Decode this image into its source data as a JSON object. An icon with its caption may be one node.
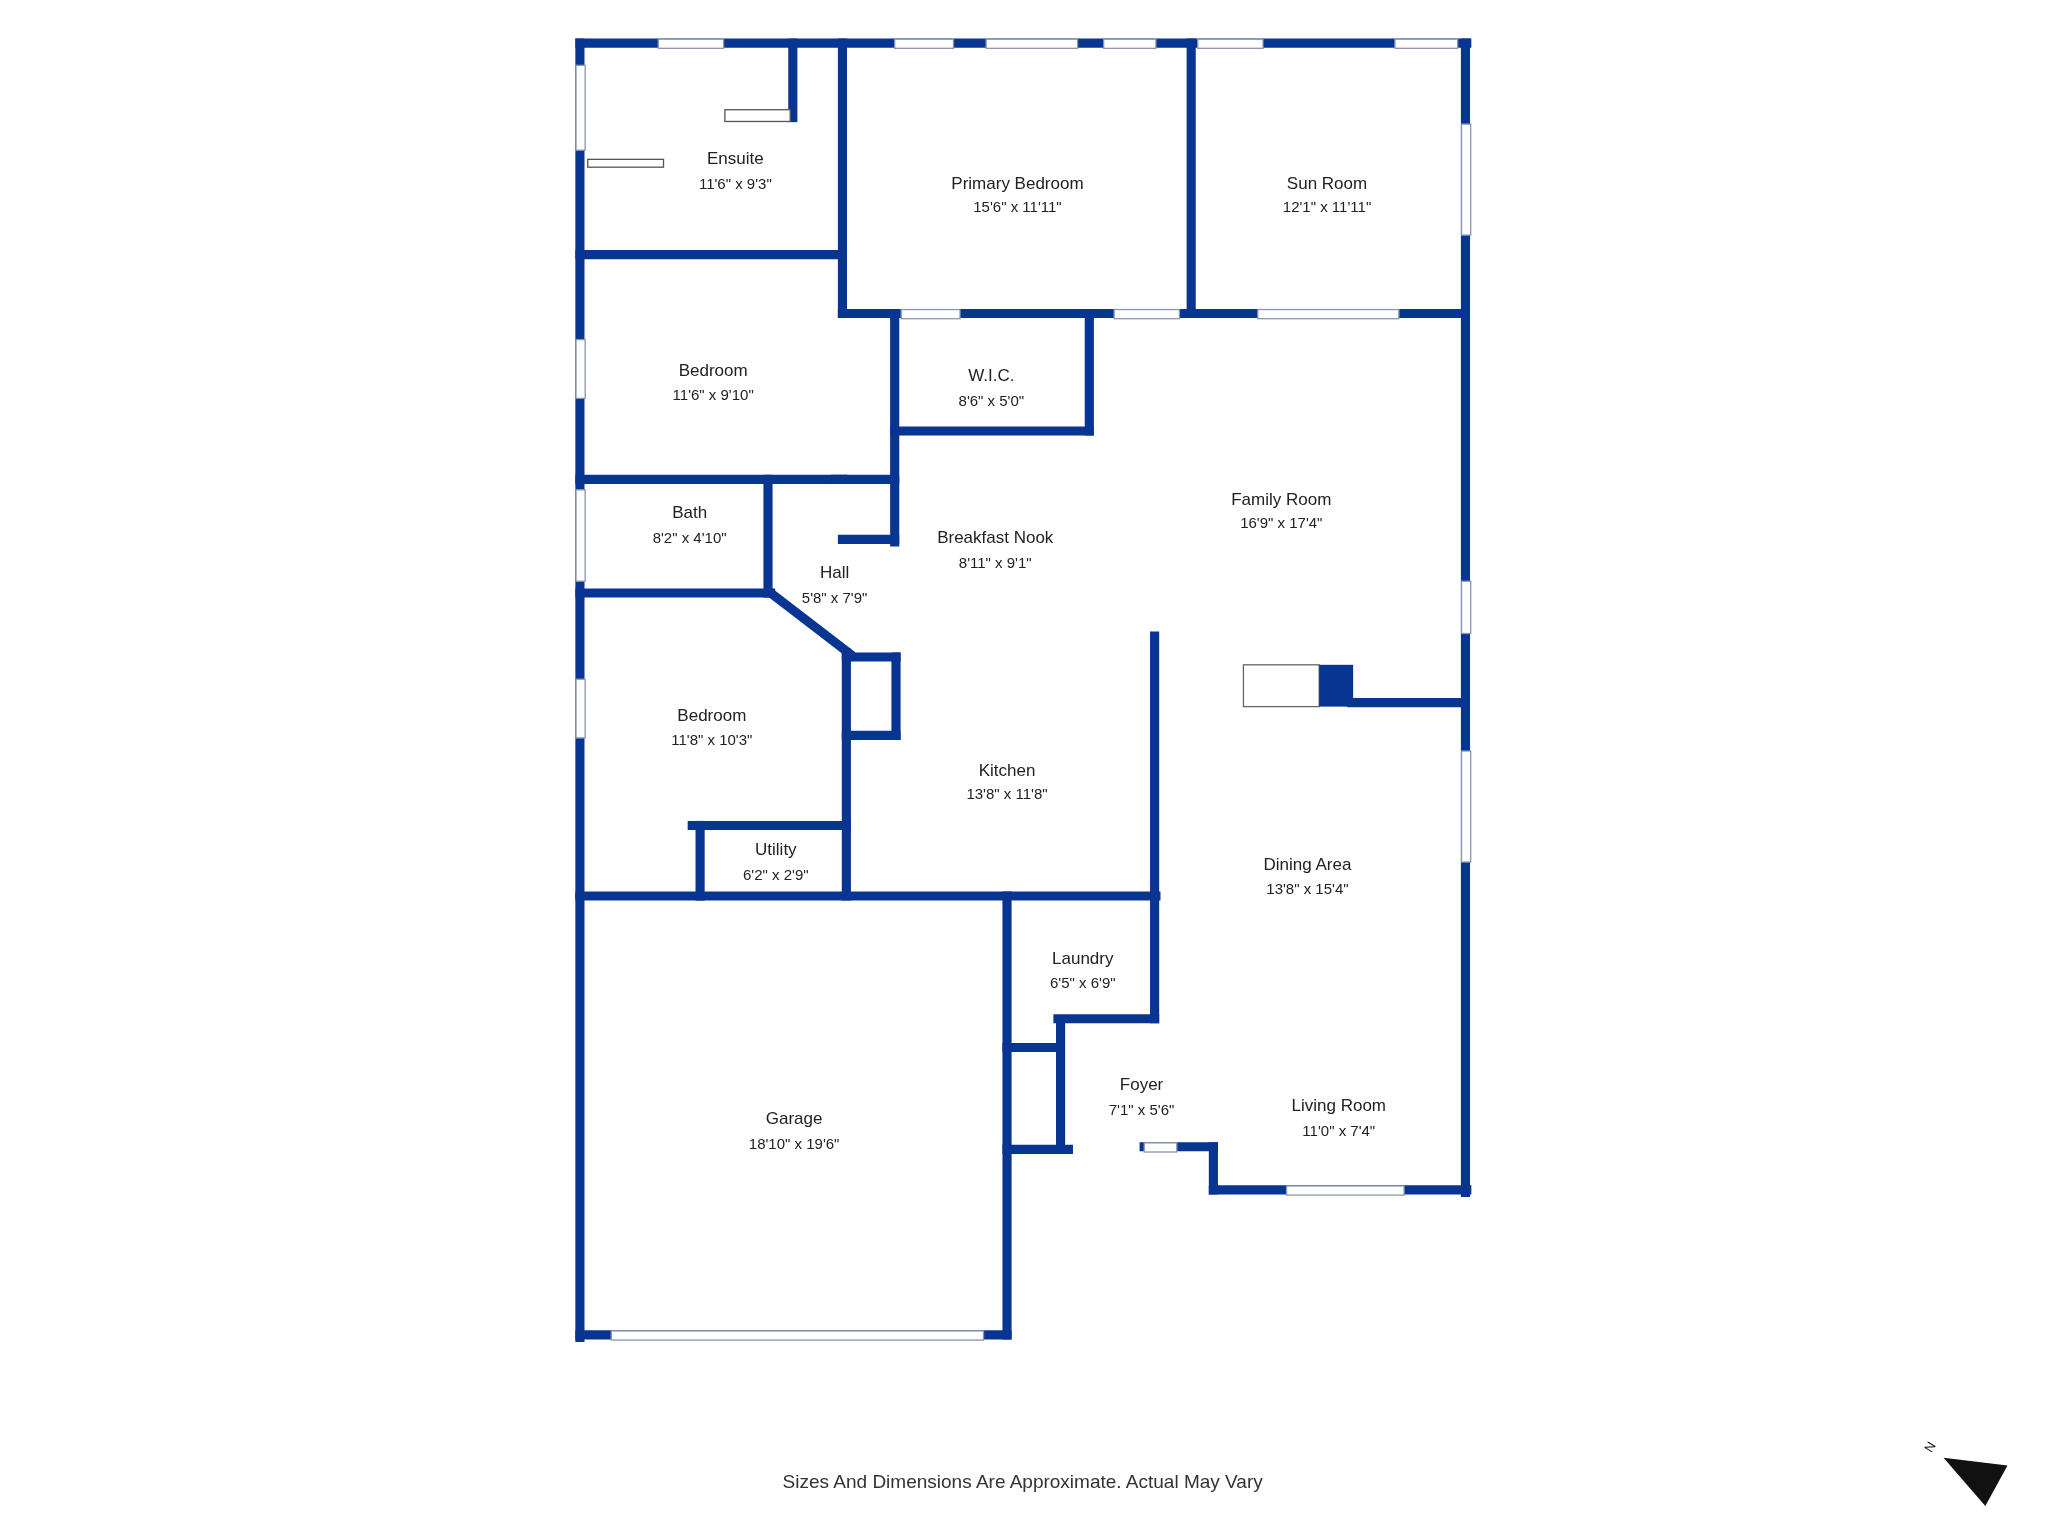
{
  "diagram": {
    "caption": "Sizes And Dimensions Are Approximate. Actual May Vary",
    "labels": [
      "Ensuite",
      "11'6\" x 9'3\"",
      "Primary Bedroom",
      "15'6\" x 11'11\"",
      "Sun Room",
      "12'1\" x 11'11\"",
      "Bedroom",
      "11'6\" x 9'10\"",
      "W.I.C.",
      "8'6\" x 5'0\"",
      "Family Room",
      "16'9\" x 17'4\"",
      "Bath",
      "8'2\" x 4'10\"",
      "Breakfast Nook",
      "8'11\" x 9'1\"",
      "Hall",
      "5'8\" x 7'9\"",
      "Bedroom",
      "11'8\" x 10'3\"",
      "Kitchen",
      "13'8\" x 11'8\"",
      "Utility",
      "6'2\" x 2'9\"",
      "Dining Area",
      "13'8\" x 15'4\"",
      "Laundry",
      "6'5\" x 6'9\"",
      "Foyer",
      "7'1\" x 5'6\"",
      "Living Room",
      "11'0\" x 7'4\"",
      "Garage",
      "18'10\" x 19'6\"",
      "N"
    ]
  }
}
